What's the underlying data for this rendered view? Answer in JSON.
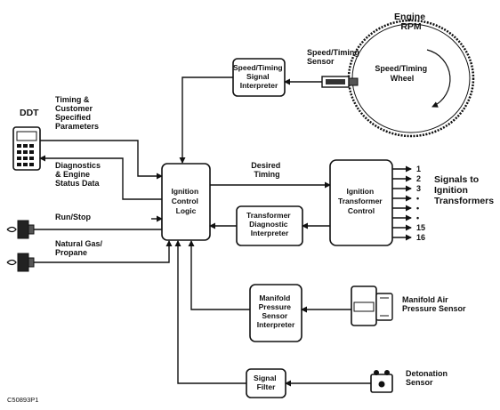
{
  "blocks": {
    "speed_timing_interpreter": [
      "Speed/Timing",
      "Signal",
      "Interpreter"
    ],
    "ignition_control_logic": [
      "Ignition",
      "Control",
      "Logic"
    ],
    "ignition_transformer_control": [
      "Ignition",
      "Transformer",
      "Control"
    ],
    "transformer_diagnostic_interpreter": [
      "Transformer",
      "Diagnostic",
      "Interpreter"
    ],
    "manifold_pressure_interpreter": [
      "Manifold",
      "Pressure",
      "Sensor",
      "Interpreter"
    ],
    "signal_filter": [
      "Signal",
      "Filter"
    ]
  },
  "labels": {
    "engine_rpm": [
      "Engine",
      "RPM"
    ],
    "speed_timing_wheel": [
      "Speed/Timing",
      "Wheel"
    ],
    "speed_timing_sensor": [
      "Speed/Timing",
      "Sensor"
    ],
    "ddt": "DDT",
    "timing_params": [
      "Timing &",
      "Customer",
      "Specified",
      "Parameters"
    ],
    "diagnostics": [
      "Diagnostics",
      "& Engine",
      "Status Data"
    ],
    "run_stop": "Run/Stop",
    "fuel": [
      "Natural Gas/",
      "Propane"
    ],
    "desired_timing": [
      "Desired",
      "Timing"
    ],
    "signals_to": [
      "Signals to",
      "Ignition",
      "Transformers"
    ],
    "manifold_air": [
      "Manifold Air",
      "Pressure Sensor"
    ],
    "detonation": [
      "Detonation",
      "Sensor"
    ],
    "figure_id": "C50893P1"
  },
  "outputs": [
    "1",
    "2",
    "3",
    "•",
    "•",
    "•",
    "15",
    "16"
  ],
  "colors": {
    "ink": "#111111",
    "background": "#ffffff"
  }
}
